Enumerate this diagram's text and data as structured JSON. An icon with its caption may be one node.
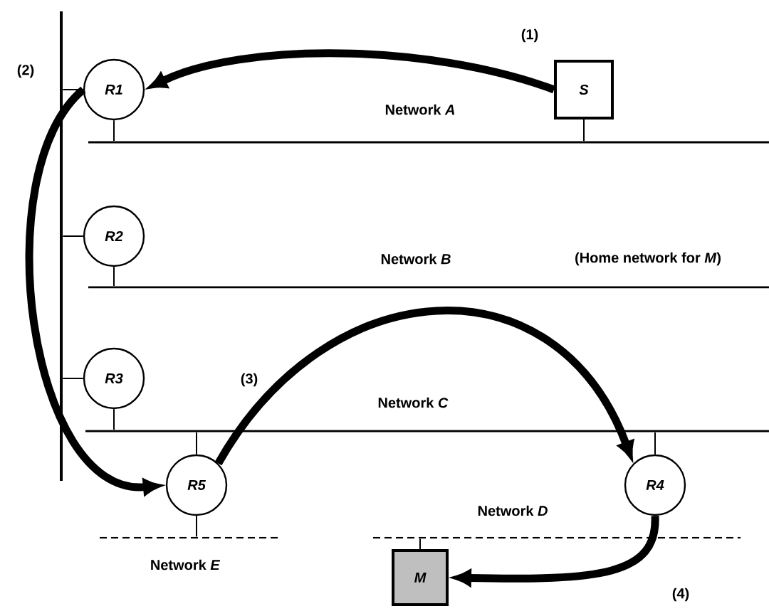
{
  "diagram": {
    "nodes": [
      {
        "text": [
          "R1"
        ]
      },
      {
        "text": [
          "R2"
        ]
      },
      {
        "text": [
          "R3"
        ]
      },
      {
        "text": [
          "S"
        ]
      },
      {
        "text": [
          "R5"
        ]
      },
      {
        "text": [
          "R4"
        ]
      },
      {
        "text": [
          "M"
        ]
      },
      {
        "text": [],
        "shape": "bar"
      },
      {
        "text": [],
        "shape": "bar",
        "beside": [
          "Network *A*"
        ]
      },
      {
        "text": [],
        "shape": "bar",
        "beside": [
          "Network *B*",
          "(Home network for *M*)"
        ]
      },
      {
        "text": [],
        "shape": "bar",
        "beside": [
          "Network *C*"
        ]
      },
      {
        "text": [],
        "shape": "bar",
        "beside": [
          "Network *D*"
        ]
      },
      {
        "text": [],
        "shape": "bar",
        "beside": [
          "Network *E*"
        ]
      }
    ],
    "edges": [
      {
        "from": 3,
        "to": 0,
        "arrow": "to",
        "label": "(1)",
        "style": "thick"
      },
      {
        "from": 0,
        "to": 4,
        "arrow": "to",
        "label": "(2)",
        "style": "thick"
      },
      {
        "from": 4,
        "to": 5,
        "arrow": "to",
        "label": "(3)",
        "style": "thick"
      },
      {
        "from": 5,
        "to": 6,
        "arrow": "to",
        "label": "(4)",
        "style": "thick"
      },
      {
        "from": 0,
        "to": 7,
        "arrow": "none"
      },
      {
        "from": 0,
        "to": 8,
        "arrow": "none"
      },
      {
        "from": 3,
        "to": 8,
        "arrow": "none"
      },
      {
        "from": 1,
        "to": 7,
        "arrow": "none"
      },
      {
        "from": 1,
        "to": 9,
        "arrow": "none"
      },
      {
        "from": 2,
        "to": 7,
        "arrow": "none"
      },
      {
        "from": 2,
        "to": 10,
        "arrow": "none"
      },
      {
        "from": 4,
        "to": 10,
        "arrow": "none"
      },
      {
        "from": 4,
        "to": 12,
        "arrow": "none"
      },
      {
        "from": 5,
        "to": 10,
        "arrow": "none"
      },
      {
        "from": 6,
        "to": 11,
        "arrow": "none"
      }
    ]
  }
}
